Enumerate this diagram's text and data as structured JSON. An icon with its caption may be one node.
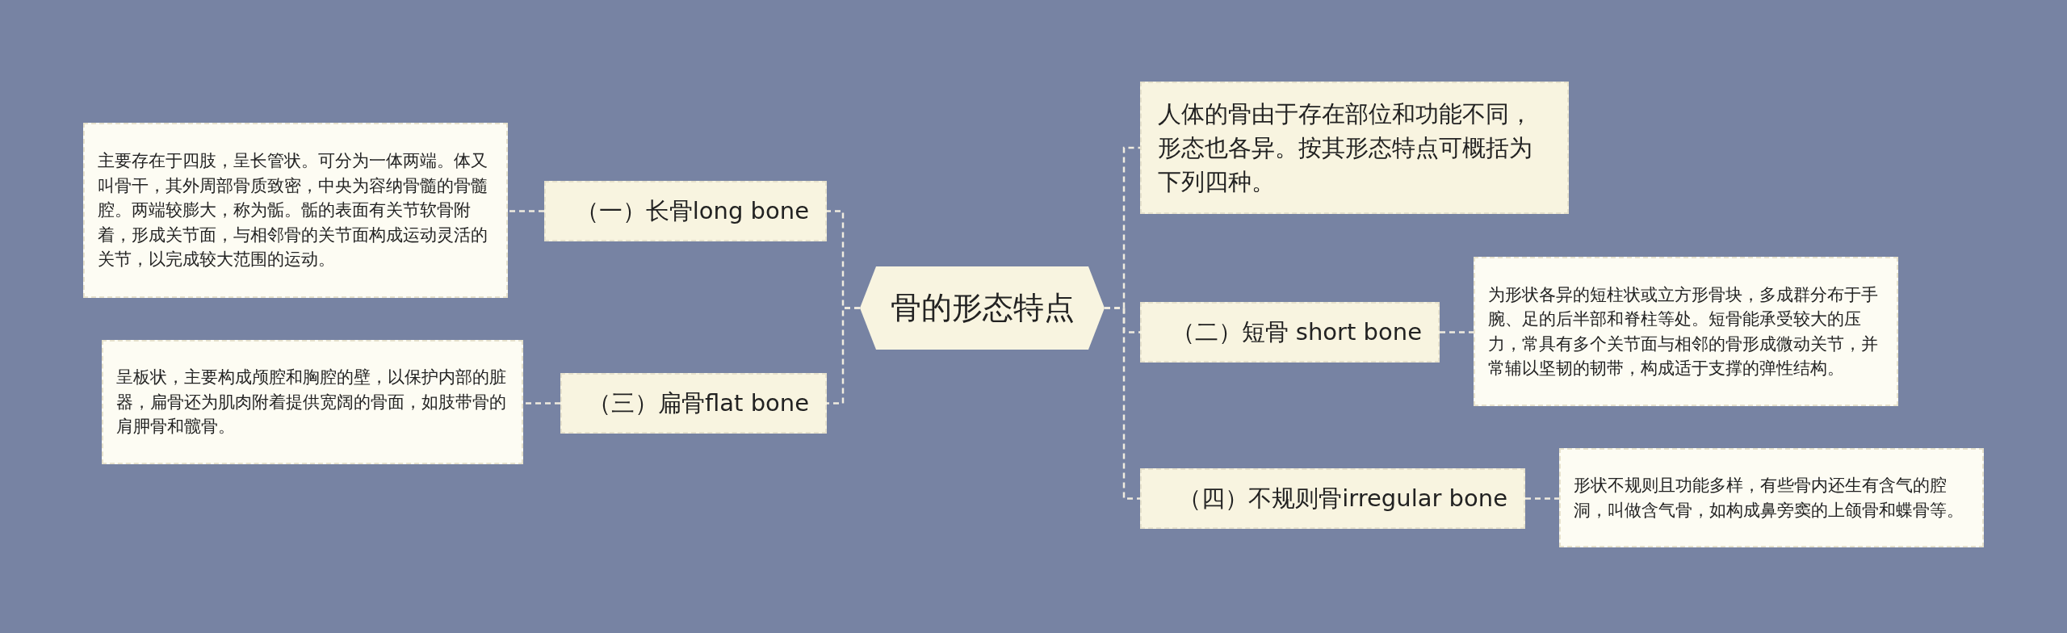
{
  "diagram": {
    "nodes": [
      {
        "text": [
          "骨的形态特点"
        ]
      },
      {
        "text": [
          "（一）长骨long bone"
        ]
      },
      {
        "text": [
          "主要存在于四肢，呈长管状。可分为一体两端。体又叫骨干，其外周部骨质致密，中央为容纳骨髓的骨髓腔。两端较膨大，称为骺。骺的表面有关节软骨附着，形成关节面，与相邻骨的关节面构成运动灵活的关节，以完成较大范围的运动。"
        ]
      },
      {
        "text": [
          "（三）扁骨flat bone"
        ]
      },
      {
        "text": [
          "呈板状，主要构成颅腔和胸腔的壁，以保护内部的脏器，扁骨还为肌肉附着提供宽阔的骨面，如肢带骨的肩胛骨和髋骨。"
        ]
      },
      {
        "text": [
          "人体的骨由于存在部位和功能不同，形态也各异。按其形态特点可概括为下列四种。"
        ]
      },
      {
        "text": [
          "（二）短骨 short bone"
        ]
      },
      {
        "text": [
          "为形状各异的短柱状或立方形骨块，多成群分布于手腕、足的后半部和脊柱等处。短骨能承受较大的压力，常具有多个关节面与相邻的骨形成微动关节，并常辅以坚韧的韧带，构成适于支撑的弹性结构。"
        ]
      },
      {
        "text": [
          "（四）不规则骨irregular bone"
        ]
      },
      {
        "text": [
          "形状不规则且功能多样，有些骨内还生有含气的腔洞，叫做含气骨，如构成鼻旁窦的上颌骨和蝶骨等。"
        ]
      }
    ],
    "edges": [
      {
        "from": 0,
        "to": 1,
        "arrow": "none"
      },
      {
        "from": 1,
        "to": 2,
        "arrow": "none"
      },
      {
        "from": 0,
        "to": 3,
        "arrow": "none"
      },
      {
        "from": 3,
        "to": 4,
        "arrow": "none"
      },
      {
        "from": 0,
        "to": 5,
        "arrow": "none"
      },
      {
        "from": 0,
        "to": 6,
        "arrow": "none"
      },
      {
        "from": 6,
        "to": 7,
        "arrow": "none"
      },
      {
        "from": 0,
        "to": 8,
        "arrow": "none"
      },
      {
        "from": 8,
        "to": 9,
        "arrow": "none"
      }
    ]
  }
}
